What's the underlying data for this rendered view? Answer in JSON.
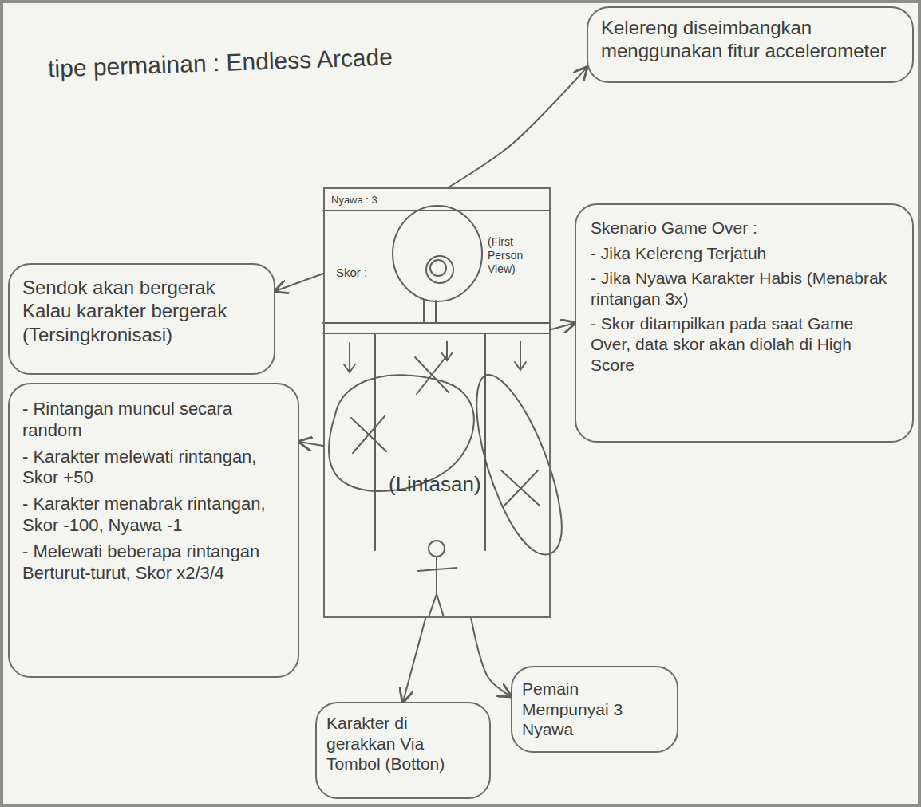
{
  "diagram": {
    "title": "tipe permainan : Endless Arcade",
    "nodes": [
      {
        "text": [
          "Kelereng diseimbangkan menggunakan fitur accelerometer"
        ]
      },
      {
        "text": [
          "Nyawa : 3",
          "Skor :",
          "(First Person View)",
          "(Lintasan)"
        ]
      },
      {
        "text": [
          "Sendok akan bergerak Kalau karakter bergerak (Tersingkronisasi)"
        ]
      },
      {
        "text": [
          "Skenario Game Over :",
          "- Jika Kelereng Terjatuh",
          "- Jika Nyawa Karakter Habis (Menabrak rintangan 3x)",
          "- Skor ditampilkan pada saat Game Over, data skor akan diolah di High Score"
        ]
      },
      {
        "text": [
          "- Rintangan muncul secara random",
          "- Karakter melewati rintangan, Skor +50",
          "- Karakter menabrak rintangan, Skor -100, Nyawa -1",
          "- Melewati beberapa rintangan Berturut-turut, Skor x2/3/4"
        ]
      },
      {
        "text": [
          "Karakter di gerakkan Via Tombol (Botton)"
        ]
      },
      {
        "text": [
          "Pemain Mempunyai 3 Nyawa"
        ]
      }
    ],
    "edges": [
      {
        "from": 1,
        "to": 0,
        "arrow": "to"
      },
      {
        "from": 1,
        "to": 2,
        "arrow": "to"
      },
      {
        "from": 1,
        "to": 3,
        "arrow": "to"
      },
      {
        "from": 1,
        "to": 4,
        "arrow": "to"
      },
      {
        "from": 1,
        "to": 5,
        "arrow": "to"
      },
      {
        "from": 1,
        "to": 6,
        "arrow": "to"
      }
    ]
  }
}
